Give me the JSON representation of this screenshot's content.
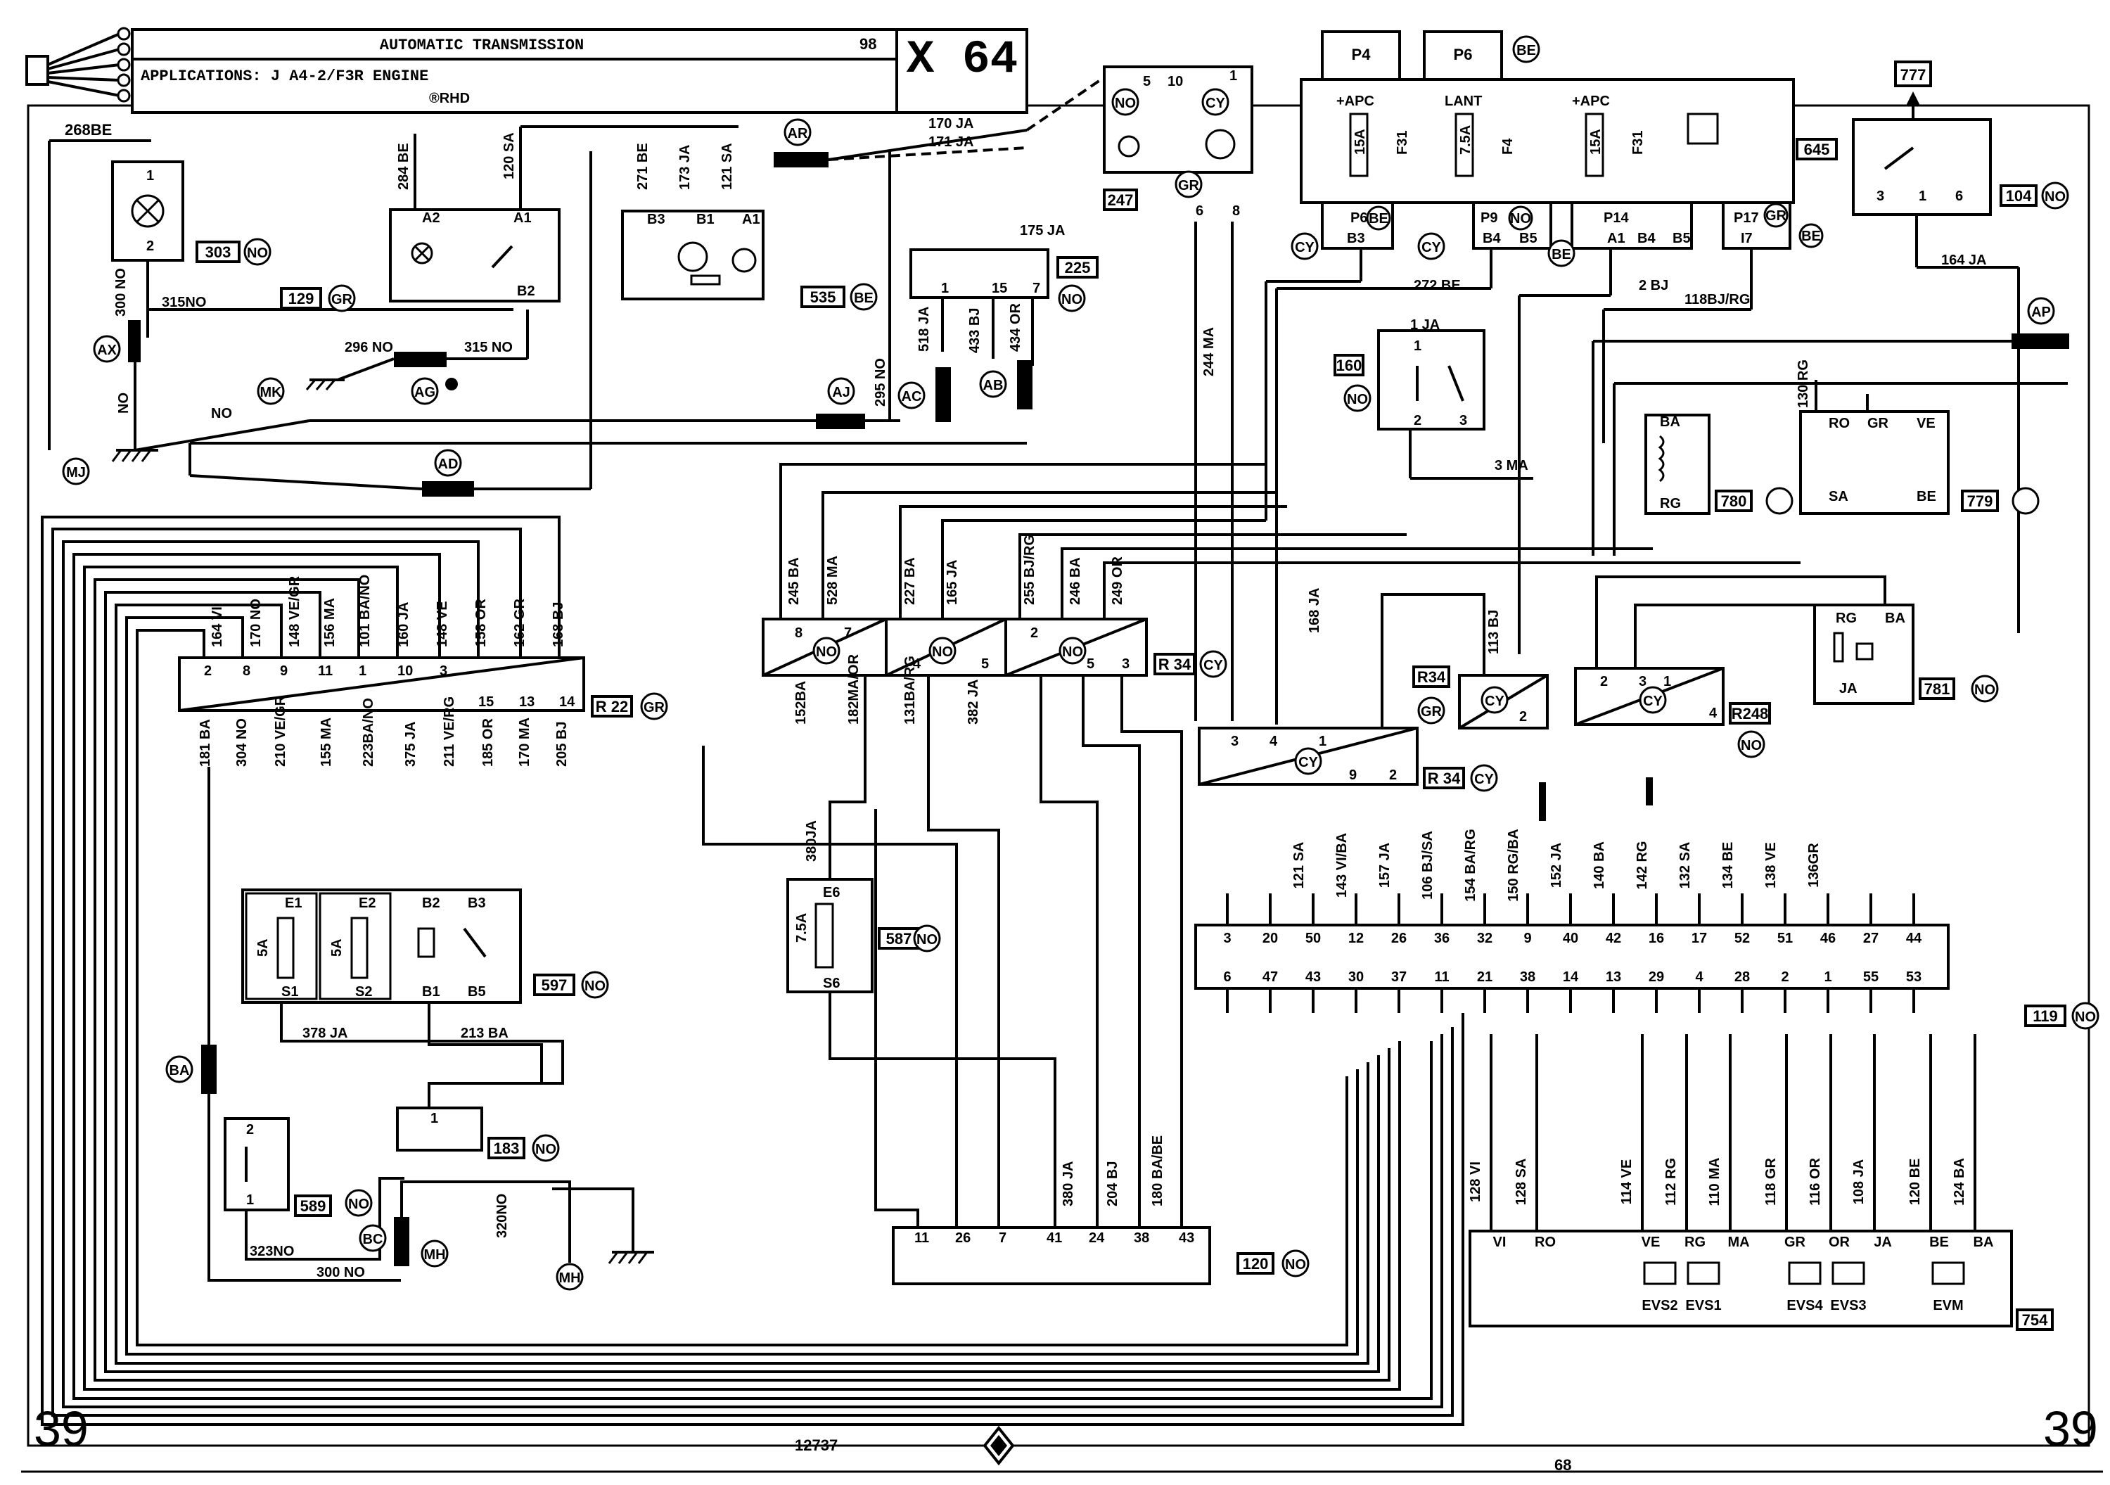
{
  "title_block": {
    "title": "AUTOMATIC TRANSMISSION",
    "applications": "APPLICATIONS:  J  A4-2/F3R ENGINE",
    "rhd": "®RHD",
    "year": "98",
    "section": "X 64"
  },
  "footer": {
    "left_page": "39",
    "right_page": "39",
    "drawing_number": "12737",
    "sheet_number": "68"
  },
  "components": [
    {
      "id": "303",
      "color": "NO",
      "pins": [
        "1",
        "2"
      ]
    },
    {
      "id": "129",
      "color": "GR"
    },
    {
      "id": "535",
      "color": "BE",
      "pins": [
        "B3",
        "B1",
        "A1"
      ]
    },
    {
      "id": "225",
      "color": "NO",
      "pins": [
        "1",
        "15",
        "7"
      ]
    },
    {
      "id": "247",
      "pins": [
        "5",
        "10",
        "1",
        "6",
        "8"
      ],
      "connectors": [
        "NO",
        "CY",
        "GR"
      ]
    },
    {
      "id": "645",
      "pins": [
        "P4",
        "P6",
        "P6",
        "P9",
        "P14",
        "P17",
        "B3",
        "B4",
        "B5",
        "A1",
        "B4",
        "B5",
        "I7"
      ],
      "fuses": [
        "15A F31",
        "7.5A LANT F4",
        "15A F31"
      ],
      "labels": [
        "+APC",
        "LANT",
        "+APC"
      ]
    },
    {
      "id": "777"
    },
    {
      "id": "104",
      "color": "NO",
      "pins": [
        "3",
        "1",
        "6"
      ]
    },
    {
      "id": "160",
      "color": "NO",
      "pins": [
        "1",
        "2",
        "3"
      ]
    },
    {
      "id": "780",
      "pins": [
        "BA",
        "RG"
      ]
    },
    {
      "id": "779",
      "pins": [
        "RO",
        "GR",
        "VE",
        "SA",
        "BE"
      ]
    },
    {
      "id": "R 22",
      "color": "GR"
    },
    {
      "id": "R 34",
      "color": "CY"
    },
    {
      "id": "R34",
      "color": "GR"
    },
    {
      "id": "R248",
      "color": "NO"
    },
    {
      "id": "781",
      "color": "NO",
      "pins": [
        "RG",
        "BA",
        "JA"
      ]
    },
    {
      "id": "597",
      "color": "NO",
      "pins": [
        "E1",
        "E2",
        "B2",
        "B3",
        "S1",
        "S2",
        "B1",
        "B5"
      ],
      "fuses": [
        "5A",
        "5A"
      ]
    },
    {
      "id": "587",
      "color": "NO",
      "pins": [
        "E6",
        "S6"
      ],
      "fuses": [
        "7.5A"
      ]
    },
    {
      "id": "183",
      "color": "NO",
      "pins": [
        "1"
      ]
    },
    {
      "id": "589",
      "color": "NO",
      "pins": [
        "2",
        "1"
      ]
    },
    {
      "id": "119",
      "color": "NO",
      "top_pins": [
        "3",
        "20",
        "50",
        "12",
        "26",
        "36",
        "32",
        "9",
        "40",
        "42",
        "16",
        "17",
        "52",
        "51",
        "46",
        "27",
        "44"
      ],
      "bottom_pins": [
        "6",
        "47",
        "43",
        "30",
        "37",
        "11",
        "21",
        "38",
        "14",
        "13",
        "29",
        "4",
        "28",
        "2",
        "1",
        "55",
        "53"
      ]
    },
    {
      "id": "120",
      "color": "NO",
      "pins": [
        "11",
        "26",
        "7",
        "41",
        "24",
        "38",
        "43"
      ]
    },
    {
      "id": "754",
      "pins": [
        "VI",
        "RO",
        "VE",
        "RG",
        "MA",
        "GR",
        "OR",
        "JA",
        "BE",
        "BA"
      ],
      "valves": [
        "EVS2",
        "EVS1",
        "EVS4",
        "EVS3",
        "EVM"
      ]
    }
  ],
  "connectors": [
    "AR",
    "AX",
    "MK",
    "AG",
    "AJ",
    "AC",
    "AB",
    "AD",
    "MJ",
    "AP",
    "BA",
    "BC",
    "MH",
    "MH"
  ],
  "connector_blocks": [
    {
      "id": "R 22",
      "top": [
        "2",
        "8",
        "9",
        "11",
        "1",
        "10",
        "3"
      ],
      "bottom": [
        "15",
        "13",
        "14"
      ]
    },
    {
      "id": "NO-1",
      "top": [
        "8",
        "7"
      ]
    },
    {
      "id": "NO-2",
      "top": [
        "4",
        "5"
      ]
    },
    {
      "id": "NO-3",
      "top": [
        "2",
        "5",
        "3"
      ]
    },
    {
      "id": "R 34",
      "top": [
        "3",
        "4",
        "1",
        "9",
        "2"
      ]
    },
    {
      "id": "R34",
      "top": [
        "2"
      ]
    },
    {
      "id": "R248",
      "top": [
        "2",
        "3",
        "1",
        "4"
      ]
    }
  ],
  "wire_labels": {
    "top_left": [
      "268BE",
      "300 NO",
      "315NO",
      "296 NO",
      "315 NO",
      "NO",
      "NO",
      "284 BE",
      "120 SA",
      "271 BE",
      "173 JA",
      "121 SA",
      "170 JA",
      "171 JA",
      "175 JA",
      "295 NO",
      "518 JA",
      "433 BJ",
      "434 OR",
      "244 MA",
      "272 BE",
      "2 BJ",
      "118BJ/RG",
      "164 JA",
      "1 JA",
      "3 MA",
      "130 RG"
    ],
    "r22_top": [
      "164 VI",
      "170 NO",
      "148 VE/GR",
      "156 MA",
      "101 BA/NO",
      "160 JA",
      "148 VE",
      "158 OR",
      "162 GR",
      "168 BJ"
    ],
    "r22_bottom": [
      "181 BA",
      "304 NO",
      "210 VE/GR",
      "155 MA",
      "223BA/NO",
      "375 JA",
      "211 VE/RG",
      "185 OR",
      "170 MA",
      "205 BJ"
    ],
    "mid_blocks_top": [
      "245 BA",
      "528 MA",
      "227 BA",
      "165 JA",
      "255 BJ/RG",
      "246 BA",
      "249 OR"
    ],
    "mid_blocks_bottom": [
      "152BA",
      "182MA/OR",
      "131BA/RG",
      "382 JA"
    ],
    "right_top": [
      "168 JA",
      "113 BJ"
    ],
    "ecu_top": [
      "121 SA",
      "143 VI/BA",
      "157 JA",
      "106 BJ/SA",
      "154 BA/RG",
      "150 RG/BA",
      "152 JA",
      "140 BA",
      "142 RG",
      "132 SA",
      "134 BE",
      "138 VE",
      "136GR"
    ],
    "lower_left": [
      "378 JA",
      "213 BA",
      "380JA",
      "323NO",
      "300 NO",
      "320NO"
    ],
    "to_120": [
      "380 JA",
      "204 BJ",
      "180 BA/BE"
    ],
    "to_754": [
      "128 VI",
      "128 SA",
      "114 VE",
      "112 RG",
      "110 MA",
      "118 GR",
      "116 OR",
      "108 JA",
      "120 BE",
      "124 BA"
    ]
  }
}
